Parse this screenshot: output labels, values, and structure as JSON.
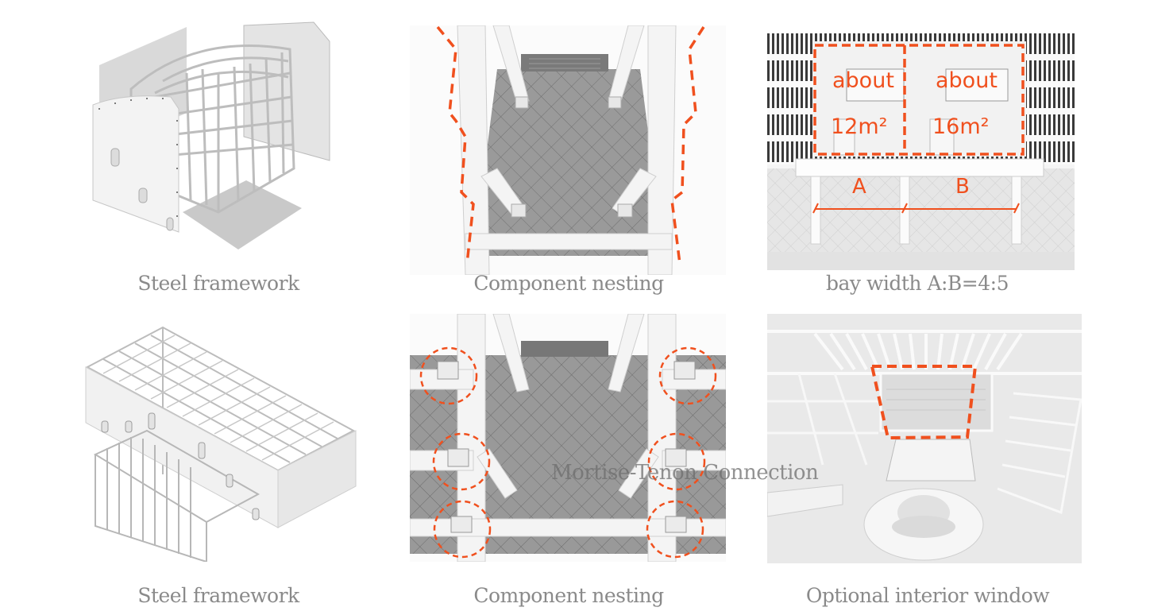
{
  "figure": {
    "accent_color": "#F0501E",
    "caption_color": "#8a8a8a",
    "panels": [
      {
        "id": "steel-framework-1",
        "caption": "Steel framework"
      },
      {
        "id": "component-nesting-1",
        "caption": "Component nesting"
      },
      {
        "id": "bay-width",
        "caption": "bay width A:B=4:5",
        "annotations": {
          "room_a": {
            "label": "about",
            "area": "12m²"
          },
          "room_b": {
            "label": "about",
            "area": "16m²"
          },
          "bay_a": "A",
          "bay_b": "B"
        }
      },
      {
        "id": "steel-framework-2",
        "caption": "Steel framework"
      },
      {
        "id": "component-nesting-2",
        "caption": "Component nesting",
        "overlay_label": "Mortise-Tenon Connection"
      },
      {
        "id": "interior-window",
        "caption": "Optional interior window"
      }
    ]
  }
}
